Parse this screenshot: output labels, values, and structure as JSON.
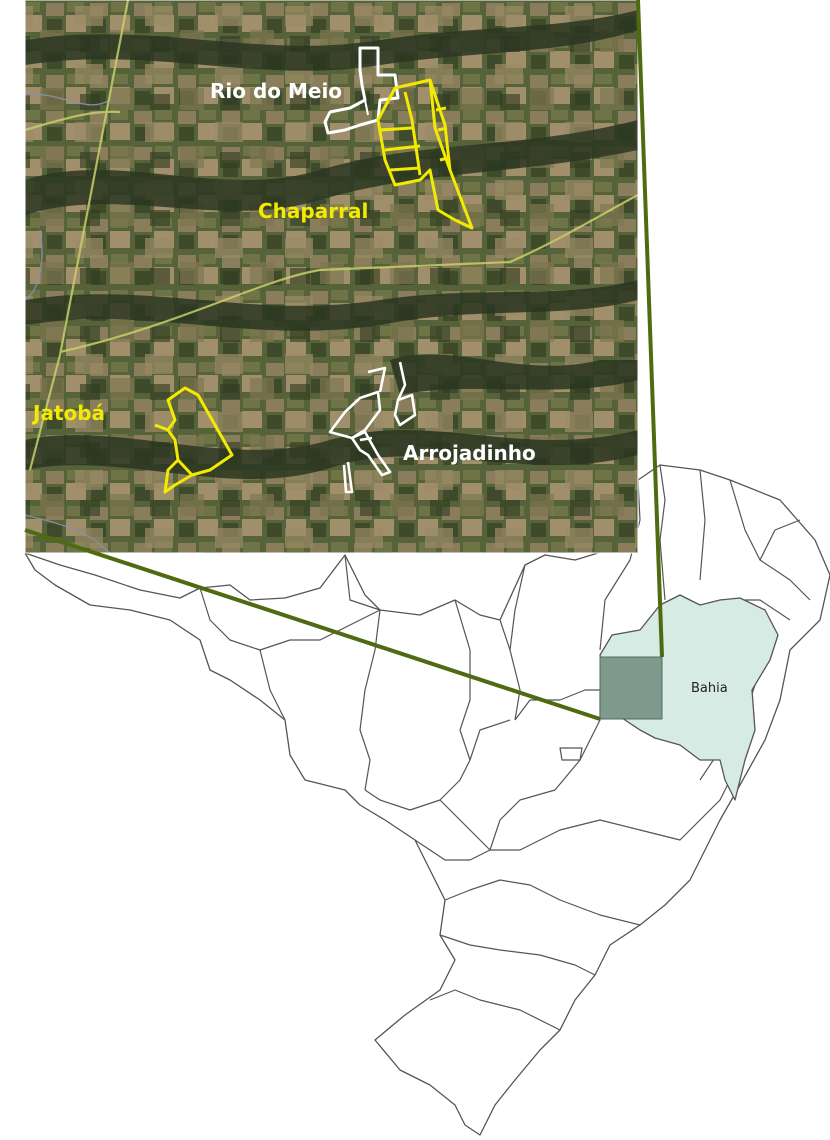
{
  "inset": {
    "labels": {
      "rio_do_meio": "Rio do Meio",
      "chaparral": "Chaparral",
      "jatoba": "Jatobá",
      "arrojadinho": "Arrojadinho"
    }
  },
  "map": {
    "state_label": "Bahia"
  },
  "colors": {
    "zoom_line": "#4f6b12",
    "highlight_yellow": "#f2ea00",
    "outline_white": "#ffffff",
    "bahia_fill": "#d6ebe3",
    "study_area_fill": "#7d9a8c",
    "border_gray": "#555555",
    "satellite_base": "#4b5a35"
  }
}
